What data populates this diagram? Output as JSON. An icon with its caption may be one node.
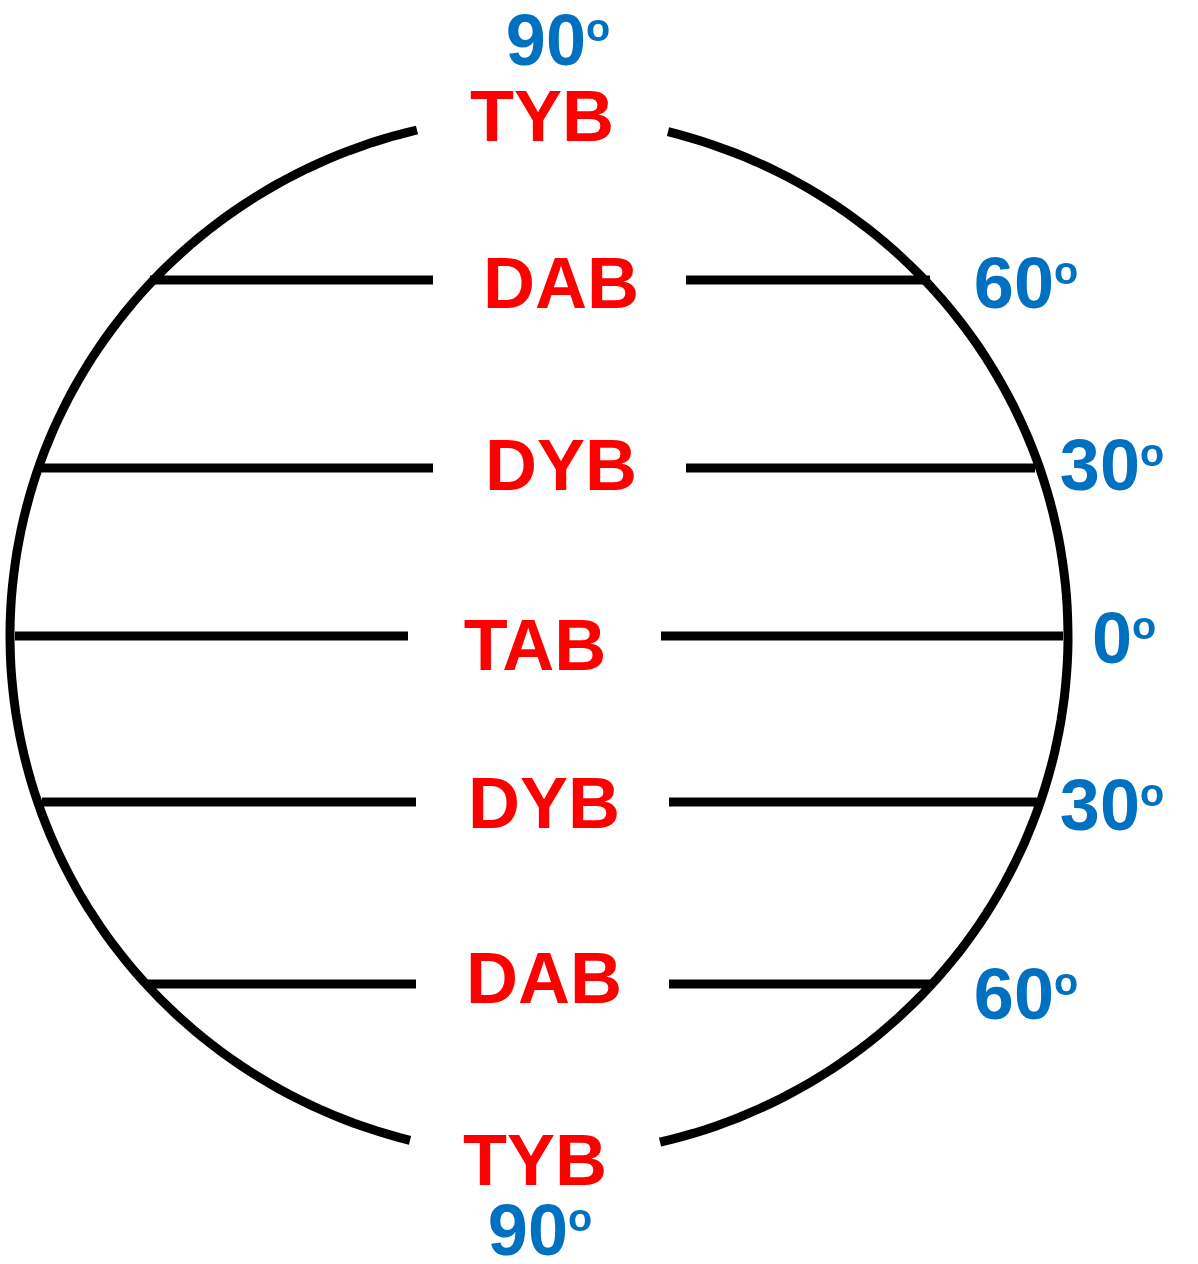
{
  "diagram": {
    "labels": [
      "90$^{o}$",
      "TYB",
      "DAB",
      "60$^{o}$",
      "DYB",
      "30$^{o}$",
      "TAB",
      "0$^{o}$",
      "DYB",
      "30$^{o}$",
      "DAB",
      "60$^{o}$",
      "TYB",
      "90$^{o}$"
    ]
  }
}
